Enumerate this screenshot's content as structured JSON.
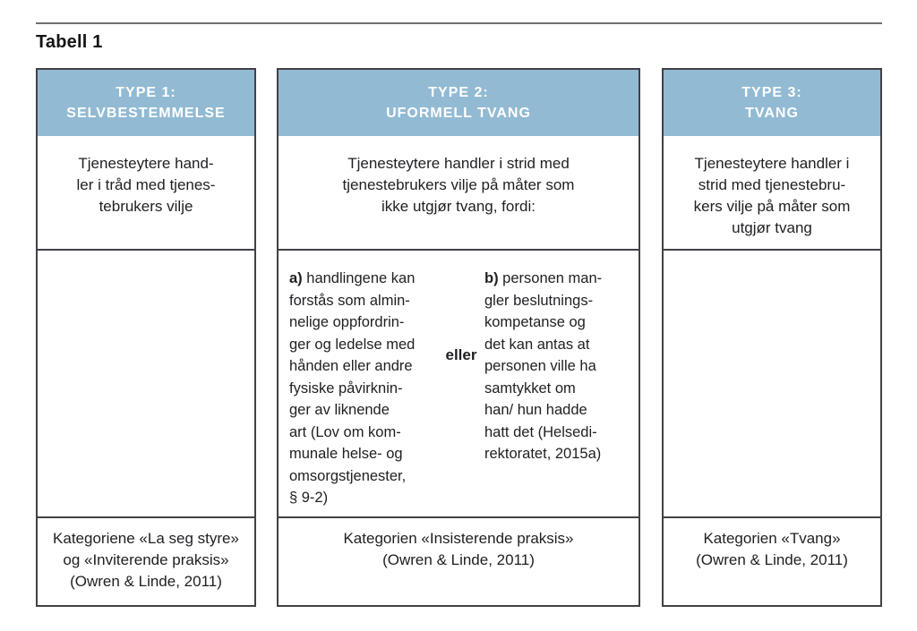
{
  "title": "Tabell 1",
  "colors": {
    "header_bg": "#92bad3",
    "header_text": "#ffffff",
    "border": "#414146",
    "top_rule": "#6f6f73",
    "body_text": "#1f1f23"
  },
  "table": {
    "columns": [
      {
        "id": "type-1",
        "header": "TYPE 1:\nSELVBESTEMMELSE",
        "description": "Tjenesteytere hand-\nler i tråd med tjenes-\ntebrukers vilje",
        "middle": "",
        "category": "Kategoriene «La seg styre»\nog «Inviterende praksis»\n(Owren & Linde, 2011)"
      },
      {
        "id": "type-2",
        "header": "TYPE 2:\nUFORMELL TVANG",
        "description": "Tjenesteytere handler i strid med\ntjenestebrukers vilje på måter som\nikke utgjør tvang, fordi:",
        "middle": {
          "a_label": "a)",
          "a_text": "handlingene kan\nforstås som almin-\nnelige oppfordrin-\nger og ledelse med\nhånden eller andre\nfysiske påvirknin-\nger av liknende\nart (Lov om kom-\nmunale helse- og\nomsorgstjenester,\n§ 9-2)",
          "connector": "eller",
          "b_label": "b)",
          "b_text": "personen man-\ngler beslutnings-\nkompetanse og\ndet kan antas at\npersonen ville ha\nsamtykket om\nhan/ hun hadde\nhatt det (Helsedi-\nrektoratet, 2015a)"
        },
        "category": "Kategorien «Insisterende praksis»\n(Owren & Linde, 2011)"
      },
      {
        "id": "type-3",
        "header": "TYPE 3:\nTVANG",
        "description": "Tjenesteytere handler i\nstrid med tjenestebru-\nkers vilje på måter som\nutgjør tvang",
        "middle": "",
        "category": "Kategorien «Tvang»\n(Owren & Linde, 2011)"
      }
    ]
  }
}
